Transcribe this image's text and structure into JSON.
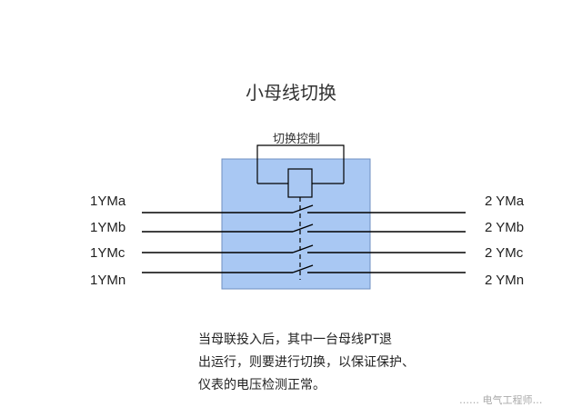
{
  "title": "小母线切换",
  "control_label": "切换控制",
  "buses_left": [
    "1YMa",
    "1YMb",
    "1YMc",
    "1YMn"
  ],
  "buses_right": [
    "2 YMa",
    "2 YMb",
    "2 YMc",
    "2 YMn"
  ],
  "description": [
    "当母联投入后，其中一台母线PT退",
    "出运行，则要进行切换，以保证保护、",
    "仪表的电压检测正常。"
  ],
  "watermark": "…… 电气工程师…",
  "colors": {
    "box_fill": "#a9c8f3",
    "box_stroke": "#6f8fc0",
    "line": "#000000"
  }
}
